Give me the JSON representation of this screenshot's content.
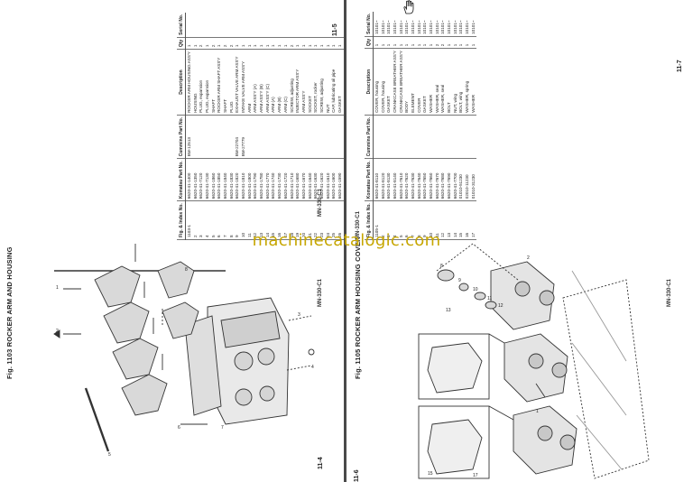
{
  "watermark": "machinecatalogic.com",
  "left_page": {
    "fig_title": "Fig. 1103  ROCKER ARM AND HOUSING",
    "page_number": "11-4",
    "model": "MN-330-C1",
    "table": {
      "page_number": "11-5",
      "model": "MN-330-C1",
      "headers": [
        "Fig. & Index No.",
        "Komatsu Part No.",
        "Cummins Part No.",
        "Description",
        "Qty",
        "Serial No."
      ],
      "rows": [
        [
          "1103-1",
          "6620-41-1400",
          "BM-12513",
          "ROCKER ARM HOUSING ASS'Y",
          "1",
          ""
        ],
        [
          "2",
          "6620-41-1350",
          "",
          "HOUSING",
          "1",
          ""
        ],
        [
          "3",
          "6620-41-7120",
          "",
          "PLUG, expansion",
          "2",
          ""
        ],
        [
          "4",
          "6620-41-7130",
          "",
          "PLUG, expansion",
          "1",
          ""
        ],
        [
          "5",
          "6620-41-1860",
          "",
          "SHAFT",
          "2",
          ""
        ],
        [
          "6",
          "6620-41-1850",
          "",
          "ROCKER ARM SHAFT ASS'Y",
          "1",
          ""
        ],
        [
          "7",
          "6620-41-1840",
          "",
          "SHAFT",
          "2",
          ""
        ],
        [
          "8",
          "6620-41-1830",
          "",
          "PLUG",
          "2",
          ""
        ],
        [
          "9",
          "6620-41-1820",
          "BM-22704",
          "EXHAUST VALVE ARM ASS'Y",
          "1",
          ""
        ],
        [
          "10",
          "6620-41-1810",
          "BM-27779",
          "INTAKE VALVE ARM ASS'Y",
          "1",
          ""
        ],
        [
          "11",
          "6620-41-1800",
          "",
          "ARM",
          "1",
          ""
        ],
        [
          "12",
          "6620-41-1790",
          "",
          "ARM ASS'Y (A)",
          "1",
          ""
        ],
        [
          "13",
          "6620-41-1780",
          "",
          "ARM ASS'Y (B)",
          "1",
          ""
        ],
        [
          "14",
          "6620-41-1770",
          "",
          "ARM ASS'Y (C)",
          "1",
          ""
        ],
        [
          "15",
          "6620-41-1740",
          "",
          "ARM (A)",
          "1",
          ""
        ],
        [
          "16",
          "6620-41-1730",
          "",
          "ARM (B)",
          "1",
          ""
        ],
        [
          "17",
          "6620-41-1720",
          "",
          "ARM (C)",
          "1",
          ""
        ],
        [
          "18",
          "6620-41-1710",
          "",
          "SCREW, adjusting",
          "2",
          ""
        ],
        [
          "19",
          "6620-41-1680",
          "",
          "INJECTOR ARM ASS'Y",
          "1",
          ""
        ],
        [
          "20",
          "6620-41-1670",
          "",
          "ARM ASS'Y",
          "1",
          ""
        ],
        [
          "21",
          "6620-41-1640",
          "",
          "SOCKET",
          "1",
          ""
        ],
        [
          "22",
          "6620-41-1630",
          "",
          "SOCKET, rocker",
          "1",
          ""
        ],
        [
          "23",
          "6620-41-1620",
          "",
          "SCREW, adjusting",
          "1",
          ""
        ],
        [
          "24",
          "6620-41-1610",
          "",
          "NUT",
          "1",
          ""
        ],
        [
          "25",
          "6620-41-1600",
          "",
          "CAP, lubricating oil pipe",
          "1",
          ""
        ],
        [
          "26",
          "6620-41-1590",
          "",
          "GASKET",
          "1",
          ""
        ],
        [
          "27",
          "6620-41-1580",
          "",
          "GASKET",
          "1",
          ""
        ],
        [
          "28",
          "6620-41-1520",
          "",
          "BOLT",
          "2",
          ""
        ],
        [
          "29",
          "02010-11002",
          "",
          "WASHER, spring",
          "4",
          ""
        ]
      ]
    }
  },
  "right_page": {
    "fig_title": "Fig. 1105  ROCKER ARM HOUSING COVER",
    "page_number": "11-6",
    "model": "MN-330-C1",
    "table": {
      "page_number": "11-7",
      "model": "MN-330-C1",
      "headers": [
        "Fig. & Index No.",
        "Komatsu Part No.",
        "Cummins Part No.",
        "Description",
        "Qty",
        "Serial No."
      ],
      "rows": [
        [
          "1105-1",
          "6620-41-8110",
          "",
          "COVER, housing",
          "1",
          "10101~"
        ],
        [
          "2",
          "6620-41-8120",
          "",
          "COVER, housing",
          "1",
          "10101~"
        ],
        [
          "3",
          "6620-41-8130",
          "",
          "GASKET",
          "1",
          "10101~"
        ],
        [
          "4",
          "6620-41-8140",
          "",
          "CRANKCASE BREATHER ASS'Y",
          "1",
          "10101~"
        ],
        [
          "5",
          "6620-41-7610",
          "",
          "CRANKCASE BREATHER ASS'Y",
          "1",
          "10101~"
        ],
        [
          "6",
          "6620-41-7620",
          "",
          "BODY",
          "1",
          "10101~"
        ],
        [
          "7",
          "6620-41-7630",
          "",
          "ELEMENT",
          "1",
          "10101~"
        ],
        [
          "8",
          "6620-41-7640",
          "",
          "COVER",
          "1",
          "10101~"
        ],
        [
          "9",
          "6620-41-7650",
          "",
          "GASKET",
          "1",
          "10101~"
        ],
        [
          "10",
          "6620-41-7660",
          "",
          "WASHER",
          "1",
          "10101~"
        ],
        [
          "11",
          "6620-41-7670",
          "",
          "WASHER, seal",
          "2",
          "10101~"
        ],
        [
          "12",
          "6620-41-7680",
          "",
          "WASHER, seal",
          "2",
          "10101~"
        ],
        [
          "13",
          "6620-41-7690",
          "",
          "BOLT",
          "1",
          "10101~"
        ],
        [
          "14",
          "6620-41-7700",
          "",
          "NUT, wing",
          "1",
          "10101~"
        ],
        [
          "15",
          "01010-51230",
          "",
          "BOLT, wing",
          "1",
          "10101~"
        ],
        [
          "16",
          "02010-11230",
          "",
          "WASHER, spring",
          "1",
          "10101~"
        ],
        [
          "17",
          "01010-31230",
          "",
          "WASHER",
          "1",
          "10101~"
        ]
      ]
    }
  }
}
